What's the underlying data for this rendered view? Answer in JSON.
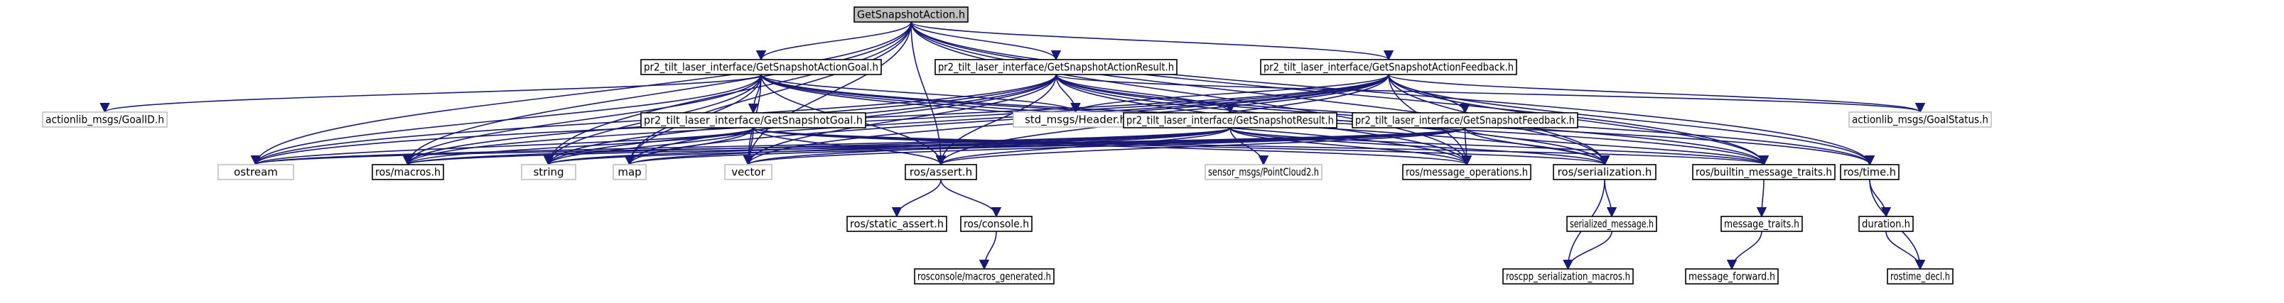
{
  "colors": {
    "edge": "#191970",
    "root_fill": "#bfbfbf",
    "internal_border": "#000000",
    "external_border": "#bfbfbf",
    "text": "#000000"
  },
  "graph": {
    "root": "GetSnapshotAction.h",
    "nodes": [
      {
        "id": "root",
        "label": "GetSnapshotAction.h",
        "kind": "root"
      },
      {
        "id": "goal",
        "label": "pr2_tilt_laser_interface/GetSnapshotActionGoal.h",
        "kind": "internal"
      },
      {
        "id": "ares",
        "label": "pr2_tilt_laser_interface/GetSnapshotActionResult.h",
        "kind": "internal"
      },
      {
        "id": "afb",
        "label": "pr2_tilt_laser_interface/GetSnapshotActionFeedback.h",
        "kind": "internal"
      },
      {
        "id": "goalid",
        "label": "actionlib_msgs/GoalID.h",
        "kind": "external"
      },
      {
        "id": "sgoal",
        "label": "pr2_tilt_laser_interface/GetSnapshotGoal.h",
        "kind": "internal"
      },
      {
        "id": "header",
        "label": "std_msgs/Header.h",
        "kind": "external"
      },
      {
        "id": "sres",
        "label": "pr2_tilt_laser_interface/GetSnapshotResult.h",
        "kind": "internal"
      },
      {
        "id": "sfb",
        "label": "pr2_tilt_laser_interface/GetSnapshotFeedback.h",
        "kind": "internal"
      },
      {
        "id": "gstat",
        "label": "actionlib_msgs/GoalStatus.h",
        "kind": "external"
      },
      {
        "id": "ostream",
        "label": "ostream",
        "kind": "external"
      },
      {
        "id": "macros",
        "label": "ros/macros.h",
        "kind": "internal"
      },
      {
        "id": "string",
        "label": "string",
        "kind": "external"
      },
      {
        "id": "map",
        "label": "map",
        "kind": "external"
      },
      {
        "id": "vector",
        "label": "vector",
        "kind": "external"
      },
      {
        "id": "assert",
        "label": "ros/assert.h",
        "kind": "internal"
      },
      {
        "id": "pc2",
        "label": "sensor_msgs/PointCloud2.h",
        "kind": "external"
      },
      {
        "id": "msgops",
        "label": "ros/message_operations.h",
        "kind": "internal"
      },
      {
        "id": "ser",
        "label": "ros/serialization.h",
        "kind": "internal"
      },
      {
        "id": "bmt",
        "label": "ros/builtin_message_traits.h",
        "kind": "internal"
      },
      {
        "id": "time",
        "label": "ros/time.h",
        "kind": "internal"
      },
      {
        "id": "sassert",
        "label": "ros/static_assert.h",
        "kind": "internal"
      },
      {
        "id": "console",
        "label": "ros/console.h",
        "kind": "internal"
      },
      {
        "id": "smsg",
        "label": "serialized_message.h",
        "kind": "internal"
      },
      {
        "id": "mtraits",
        "label": "message_traits.h",
        "kind": "internal"
      },
      {
        "id": "duration",
        "label": "duration.h",
        "kind": "internal"
      },
      {
        "id": "rconsole",
        "label": "rosconsole/macros_generated.h",
        "kind": "internal"
      },
      {
        "id": "rcpp",
        "label": "roscpp_serialization_macros.h",
        "kind": "internal"
      },
      {
        "id": "mfwd",
        "label": "message_forward.h",
        "kind": "internal"
      },
      {
        "id": "rdecl",
        "label": "rostime_decl.h",
        "kind": "internal"
      }
    ],
    "edges": [
      [
        "root",
        "goal"
      ],
      [
        "root",
        "ares"
      ],
      [
        "root",
        "afb"
      ],
      [
        "root",
        "ostream"
      ],
      [
        "root",
        "macros"
      ],
      [
        "root",
        "string"
      ],
      [
        "root",
        "map"
      ],
      [
        "root",
        "vector"
      ],
      [
        "root",
        "assert"
      ],
      [
        "root",
        "msgops"
      ],
      [
        "root",
        "ser"
      ],
      [
        "root",
        "bmt"
      ],
      [
        "root",
        "time"
      ],
      [
        "goal",
        "goalid"
      ],
      [
        "goal",
        "sgoal"
      ],
      [
        "goal",
        "header"
      ],
      [
        "goal",
        "ostream"
      ],
      [
        "goal",
        "macros"
      ],
      [
        "goal",
        "string"
      ],
      [
        "goal",
        "map"
      ],
      [
        "goal",
        "vector"
      ],
      [
        "goal",
        "assert"
      ],
      [
        "goal",
        "msgops"
      ],
      [
        "goal",
        "ser"
      ],
      [
        "goal",
        "bmt"
      ],
      [
        "goal",
        "time"
      ],
      [
        "ares",
        "header"
      ],
      [
        "ares",
        "sres"
      ],
      [
        "ares",
        "gstat"
      ],
      [
        "ares",
        "ostream"
      ],
      [
        "ares",
        "macros"
      ],
      [
        "ares",
        "string"
      ],
      [
        "ares",
        "map"
      ],
      [
        "ares",
        "vector"
      ],
      [
        "ares",
        "assert"
      ],
      [
        "ares",
        "msgops"
      ],
      [
        "ares",
        "ser"
      ],
      [
        "ares",
        "bmt"
      ],
      [
        "ares",
        "time"
      ],
      [
        "afb",
        "header"
      ],
      [
        "afb",
        "sfb"
      ],
      [
        "afb",
        "gstat"
      ],
      [
        "afb",
        "ostream"
      ],
      [
        "afb",
        "macros"
      ],
      [
        "afb",
        "string"
      ],
      [
        "afb",
        "map"
      ],
      [
        "afb",
        "vector"
      ],
      [
        "afb",
        "assert"
      ],
      [
        "afb",
        "msgops"
      ],
      [
        "afb",
        "ser"
      ],
      [
        "afb",
        "bmt"
      ],
      [
        "afb",
        "time"
      ],
      [
        "sgoal",
        "ostream"
      ],
      [
        "sgoal",
        "macros"
      ],
      [
        "sgoal",
        "string"
      ],
      [
        "sgoal",
        "map"
      ],
      [
        "sgoal",
        "vector"
      ],
      [
        "sgoal",
        "assert"
      ],
      [
        "sgoal",
        "msgops"
      ],
      [
        "sgoal",
        "ser"
      ],
      [
        "sgoal",
        "bmt"
      ],
      [
        "sres",
        "pc2"
      ],
      [
        "sres",
        "ostream"
      ],
      [
        "sres",
        "macros"
      ],
      [
        "sres",
        "string"
      ],
      [
        "sres",
        "map"
      ],
      [
        "sres",
        "vector"
      ],
      [
        "sres",
        "assert"
      ],
      [
        "sres",
        "msgops"
      ],
      [
        "sres",
        "ser"
      ],
      [
        "sres",
        "bmt"
      ],
      [
        "sfb",
        "ostream"
      ],
      [
        "sfb",
        "macros"
      ],
      [
        "sfb",
        "string"
      ],
      [
        "sfb",
        "map"
      ],
      [
        "sfb",
        "vector"
      ],
      [
        "sfb",
        "assert"
      ],
      [
        "sfb",
        "msgops"
      ],
      [
        "sfb",
        "ser"
      ],
      [
        "sfb",
        "bmt"
      ],
      [
        "assert",
        "sassert"
      ],
      [
        "assert",
        "console"
      ],
      [
        "console",
        "rconsole"
      ],
      [
        "ser",
        "smsg"
      ],
      [
        "ser",
        "rcpp"
      ],
      [
        "smsg",
        "rcpp"
      ],
      [
        "bmt",
        "mtraits"
      ],
      [
        "mtraits",
        "mfwd"
      ],
      [
        "time",
        "duration"
      ],
      [
        "time",
        "rdecl"
      ],
      [
        "duration",
        "rdecl"
      ]
    ]
  }
}
